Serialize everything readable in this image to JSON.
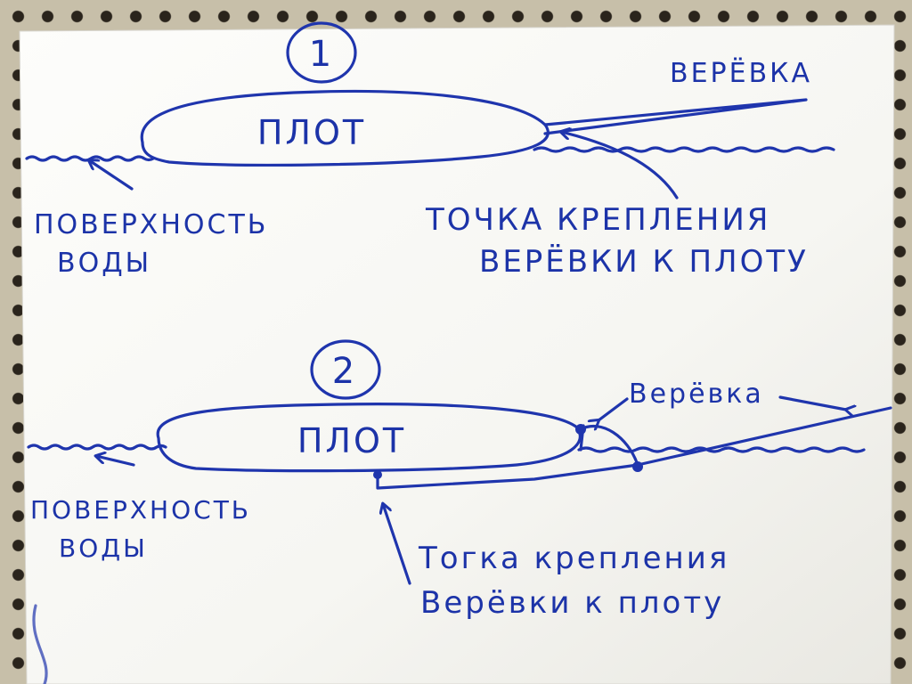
{
  "diagram_1": {
    "number": "1",
    "raft_label": "ПЛОТ",
    "rope_label": "ВЕРЁВКА",
    "water_label_line1": "ПОВЕРХНОСТЬ",
    "water_label_line2": "ВОДЫ",
    "attach_label_line1": "ТОЧКА КРЕПЛЕНИЯ",
    "attach_label_line2": "ВЕРЁВКИ К ПЛОТУ"
  },
  "diagram_2": {
    "number": "2",
    "raft_label": "ПЛОТ",
    "rope_label": "Верёвка",
    "water_label_line1": "ПОВЕРХНОСТЬ",
    "water_label_line2": "ВОДЫ",
    "attach_label_line1": "Тогка крепления",
    "attach_label_line2": "Верёвки к плоту"
  },
  "colors": {
    "ink": "#1f35ad",
    "paper": "#fbfbf8",
    "board": "#c7bfa9"
  }
}
